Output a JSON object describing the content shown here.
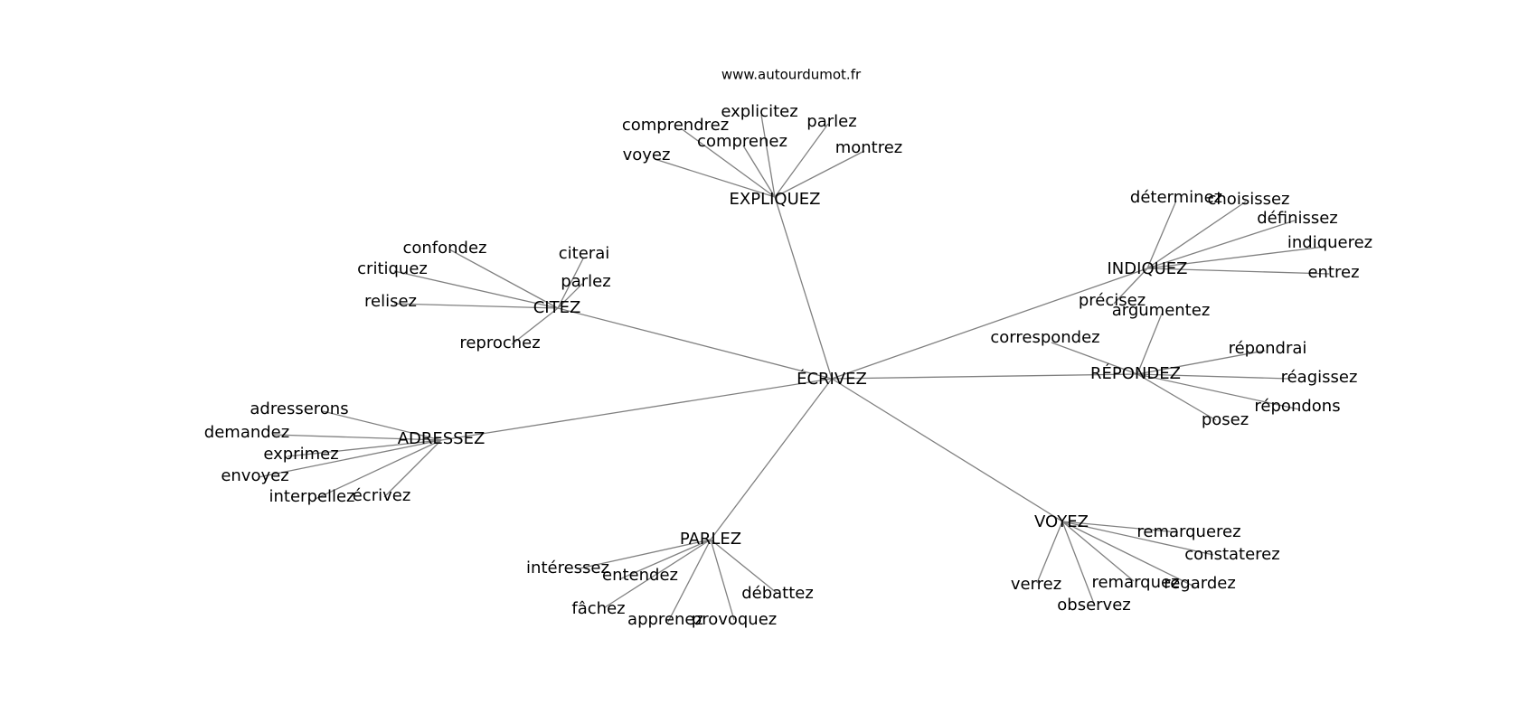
{
  "source": "www.autourdumot.fr",
  "colors": {
    "edge": "#808080",
    "text": "#000000",
    "background": "#ffffff"
  },
  "root": {
    "id": "ecrivez",
    "label": "ÉCRIVEZ"
  },
  "hubs": [
    {
      "id": "expliquez",
      "label": "EXPLIQUEZ",
      "words": [
        {
          "id": "expliquez-comprendrez",
          "label": "comprendrez"
        },
        {
          "id": "expliquez-explicitez",
          "label": "explicitez"
        },
        {
          "id": "expliquez-parlez",
          "label": "parlez"
        },
        {
          "id": "expliquez-comprenez",
          "label": "comprenez"
        },
        {
          "id": "expliquez-voyez",
          "label": "voyez"
        },
        {
          "id": "expliquez-montrez",
          "label": "montrez"
        }
      ]
    },
    {
      "id": "citez",
      "label": "CITEZ",
      "words": [
        {
          "id": "citez-confondez",
          "label": "confondez"
        },
        {
          "id": "citez-citerai",
          "label": "citerai"
        },
        {
          "id": "citez-critiquez",
          "label": "critiquez"
        },
        {
          "id": "citez-parlez",
          "label": "parlez"
        },
        {
          "id": "citez-relisez",
          "label": "relisez"
        },
        {
          "id": "citez-reprochez",
          "label": "reprochez"
        }
      ]
    },
    {
      "id": "indiquez",
      "label": "INDIQUEZ",
      "words": [
        {
          "id": "indiquez-determinez",
          "label": "déterminez"
        },
        {
          "id": "indiquez-choisissez",
          "label": "choisissez"
        },
        {
          "id": "indiquez-definissez",
          "label": "définissez"
        },
        {
          "id": "indiquez-indiquerez",
          "label": "indiquerez"
        },
        {
          "id": "indiquez-entrez",
          "label": "entrez"
        },
        {
          "id": "indiquez-precisez",
          "label": "précisez"
        }
      ]
    },
    {
      "id": "repondez",
      "label": "RÉPONDEZ",
      "words": [
        {
          "id": "repondez-argumentez",
          "label": "argumentez"
        },
        {
          "id": "repondez-correspondez",
          "label": "correspondez"
        },
        {
          "id": "repondez-repondrai",
          "label": "répondrai"
        },
        {
          "id": "repondez-reagissez",
          "label": "réagissez"
        },
        {
          "id": "repondez-repondons",
          "label": "répondons"
        },
        {
          "id": "repondez-posez",
          "label": "posez"
        }
      ]
    },
    {
      "id": "adressez",
      "label": "ADRESSEZ",
      "words": [
        {
          "id": "adressez-adresserons",
          "label": "adresserons"
        },
        {
          "id": "adressez-demandez",
          "label": "demandez"
        },
        {
          "id": "adressez-exprimez",
          "label": "exprimez"
        },
        {
          "id": "adressez-envoyez",
          "label": "envoyez"
        },
        {
          "id": "adressez-interpellez",
          "label": "interpellez"
        },
        {
          "id": "adressez-ecrivez",
          "label": "écrivez"
        }
      ]
    },
    {
      "id": "parlez",
      "label": "PARLEZ",
      "words": [
        {
          "id": "parlez-interessez",
          "label": "intéressez"
        },
        {
          "id": "parlez-entendez",
          "label": "entendez"
        },
        {
          "id": "parlez-fachez",
          "label": "fâchez"
        },
        {
          "id": "parlez-apprenez",
          "label": "apprenez"
        },
        {
          "id": "parlez-provoquez",
          "label": "provoquez"
        },
        {
          "id": "parlez-debattez",
          "label": "débattez"
        }
      ]
    },
    {
      "id": "voyez",
      "label": "VOYEZ",
      "words": [
        {
          "id": "voyez-remarquerez",
          "label": "remarquerez"
        },
        {
          "id": "voyez-constaterez",
          "label": "constaterez"
        },
        {
          "id": "voyez-verrez",
          "label": "verrez"
        },
        {
          "id": "voyez-remarquez",
          "label": "remarquez"
        },
        {
          "id": "voyez-regardez",
          "label": "regardez"
        },
        {
          "id": "voyez-observez",
          "label": "observez"
        }
      ]
    }
  ]
}
